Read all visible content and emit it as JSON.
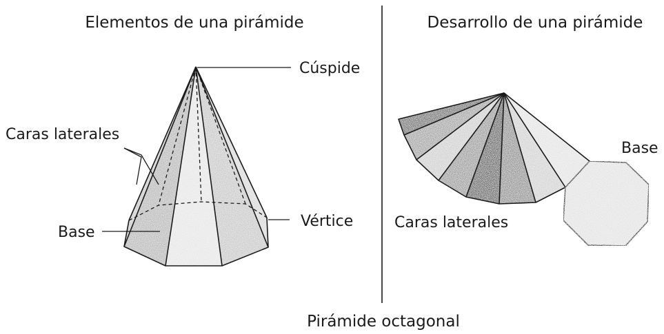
{
  "titles": {
    "left": "Elementos de una pirámide",
    "right": "Desarrollo de una pirámide",
    "bottom": "Pirámide octagonal"
  },
  "labels_left": {
    "apex": "Cúspide",
    "lateral_faces": "Caras laterales",
    "base": "Base",
    "vertex": "Vértice"
  },
  "labels_right": {
    "base": "Base",
    "lateral_faces": "Caras laterales"
  },
  "colors": {
    "ink": "#1a1a1a",
    "face_light": "#e7e7e7",
    "face_mid": "#bdbdbd",
    "face_dark": "#8a8a8a",
    "face_darker": "#6c6c6c"
  }
}
